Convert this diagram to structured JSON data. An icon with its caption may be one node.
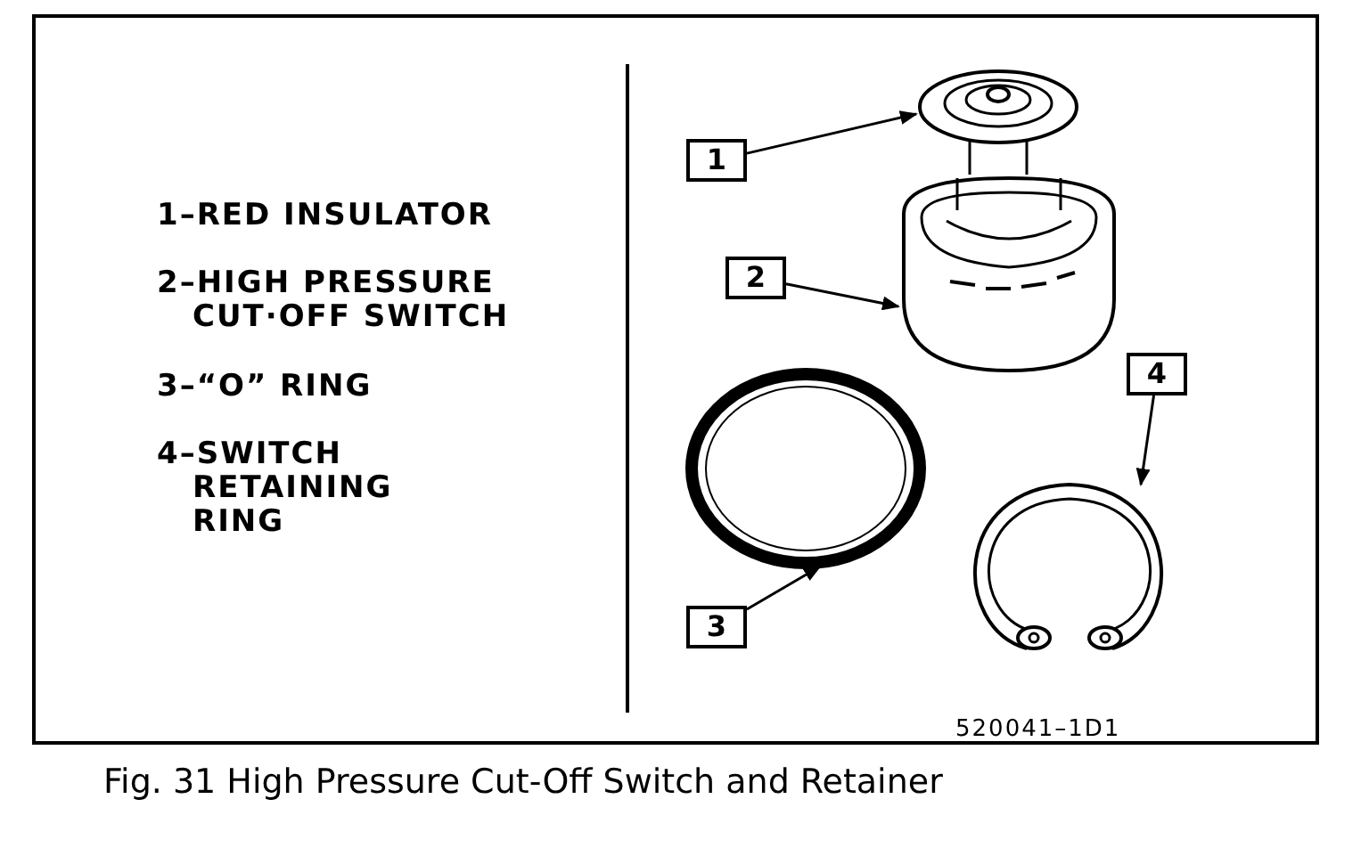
{
  "diagram": {
    "caption": "Fig. 31  High Pressure Cut-Off Switch and Retainer",
    "nodes": [
      {
        "text": [
          "1"
        ]
      },
      {
        "text": [
          "2"
        ]
      },
      {
        "text": [
          "4"
        ]
      },
      {
        "text": [
          "3"
        ]
      },
      {
        "text": [],
        "shape": "picture"
      },
      {
        "text": [],
        "shape": "picture"
      },
      {
        "text": [],
        "shape": "picture"
      },
      {
        "text": [],
        "shape": "picture"
      }
    ],
    "edges": [
      {
        "from": 0,
        "to": 4,
        "arrow": "to"
      },
      {
        "from": 1,
        "to": 5,
        "arrow": "to"
      },
      {
        "from": 2,
        "to": 7,
        "arrow": "to"
      },
      {
        "from": 3,
        "to": 6,
        "arrow": "to"
      }
    ],
    "labels": [
      "1–RED INSULATOR",
      "2–HIGH PRESSURE CUT·OFF SWITCH",
      "3–“O” RING",
      "4–SWITCH RETAINING RING",
      "520041–1D1"
    ]
  }
}
